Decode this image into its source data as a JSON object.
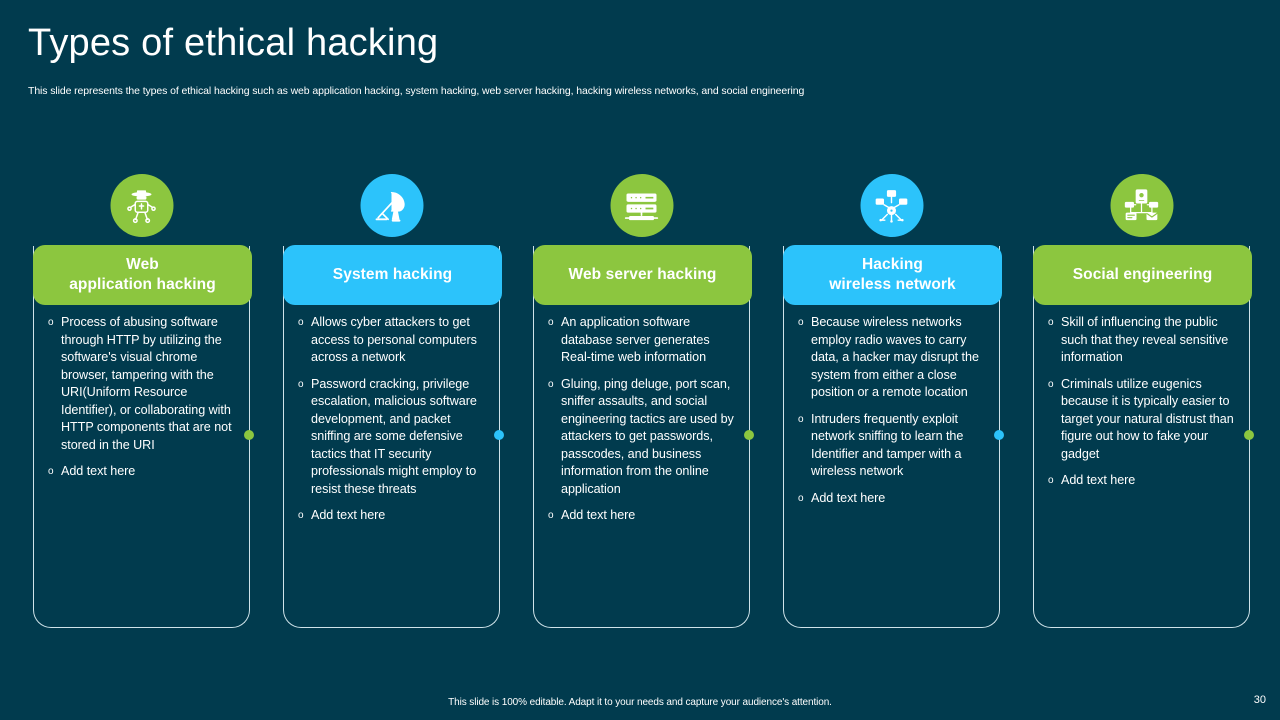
{
  "header": {
    "title": "Types of ethical hacking",
    "subtitle": "This slide represents the types of ethical hacking such as web application hacking,  system hacking,  web server hacking,  hacking wireless networks, and social engineering"
  },
  "theme": {
    "background": "#013b4e",
    "green": "#8cc63f",
    "blue": "#2cc3fb",
    "text": "#ffffff",
    "card_border": "#cfe3e9"
  },
  "columns": [
    {
      "accent": "green",
      "icon": "hacker-with-hat-icon",
      "title": "Web\napplication hacking",
      "bullets": [
        "Process of abusing software through HTTP by utilizing the software's visual chrome browser, tampering with the URI(Uniform Resource Identifier),  or collaborating with HTTP components that are not stored in the URI",
        "Add text here"
      ]
    },
    {
      "accent": "blue",
      "icon": "hacking-tools-icon",
      "title": "System hacking",
      "bullets": [
        "Allows cyber attackers to get access to personal computers across a network",
        "Password cracking, privilege escalation, malicious software development,  and packet sniffing are some defensive tactics that IT security professionals might employ to resist these threats",
        "Add text here"
      ]
    },
    {
      "accent": "green",
      "icon": "server-rack-icon",
      "title": "Web server hacking",
      "bullets": [
        "An application software database server generates Real-time web information",
        "Gluing, ping deluge, port scan, sniffer assaults, and social engineering tactics are used by attackers to get passwords, passcodes, and business information from the online application",
        "Add text here"
      ]
    },
    {
      "accent": "blue",
      "icon": "wireless-network-icon",
      "title": "Hacking\nwireless network",
      "bullets": [
        "Because wireless networks employ radio waves to carry data, a hacker may disrupt the system from either a close position or a remote location",
        "Intruders frequently exploit network sniffing to learn the Identifier and tamper with a wireless network",
        "Add text here"
      ]
    },
    {
      "accent": "green",
      "icon": "social-engineering-icon",
      "title": "Social engineering",
      "bullets": [
        "Skill of influencing the public such that they reveal sensitive information",
        "Criminals utilize eugenics because it is typically easier to target your natural distrust than figure out how to fake your gadget",
        "Add text here"
      ]
    }
  ],
  "bullet_marker": "o",
  "footer": {
    "note": "This slide is 100% editable.  Adapt it to your needs and capture your audience's attention.",
    "page_number": "30"
  }
}
